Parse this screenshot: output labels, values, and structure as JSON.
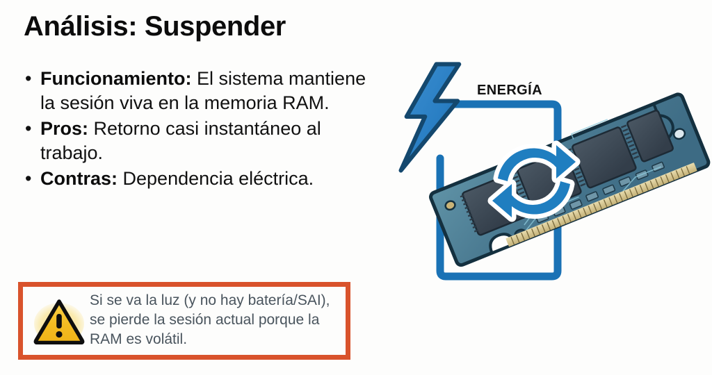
{
  "slide": {
    "title": "Análisis: Suspender",
    "background_color": "#fdfdfc"
  },
  "bullets": [
    {
      "label": "Funcionamiento:",
      "text": " El sistema mantiene la sesión viva en la memoria RAM.",
      "marker": "•"
    },
    {
      "label": "Pros:",
      "text": " Retorno casi instantáneo al trabajo.",
      "marker": "•"
    },
    {
      "label": "Contras:",
      "text": " Dependencia eléctrica.",
      "marker": "•"
    }
  ],
  "warning": {
    "icon": "warning-triangle-icon",
    "text": "Si se va la luz (y no hay batería/SAI), se pierde la sesión actual porque la RAM es volátil.",
    "border_color": "#d9532c",
    "text_color": "#49545d",
    "triangle_fill": "#f5c32c",
    "triangle_stroke": "#111111"
  },
  "illustration": {
    "energy_label": "ENERGÍA",
    "lightning_icon": "lightning-bolt-icon",
    "refresh_icon": "circular-refresh-arrows-icon",
    "ram_icon": "ram-memory-module-icon",
    "accent_blue": "#1a72b5",
    "bolt_blue": "#2a7fc4",
    "bolt_outline": "#14486e",
    "pcb_teal": "#46758a",
    "chip_dark": "#3d4a58",
    "pin_gold": "#d8c98d"
  }
}
